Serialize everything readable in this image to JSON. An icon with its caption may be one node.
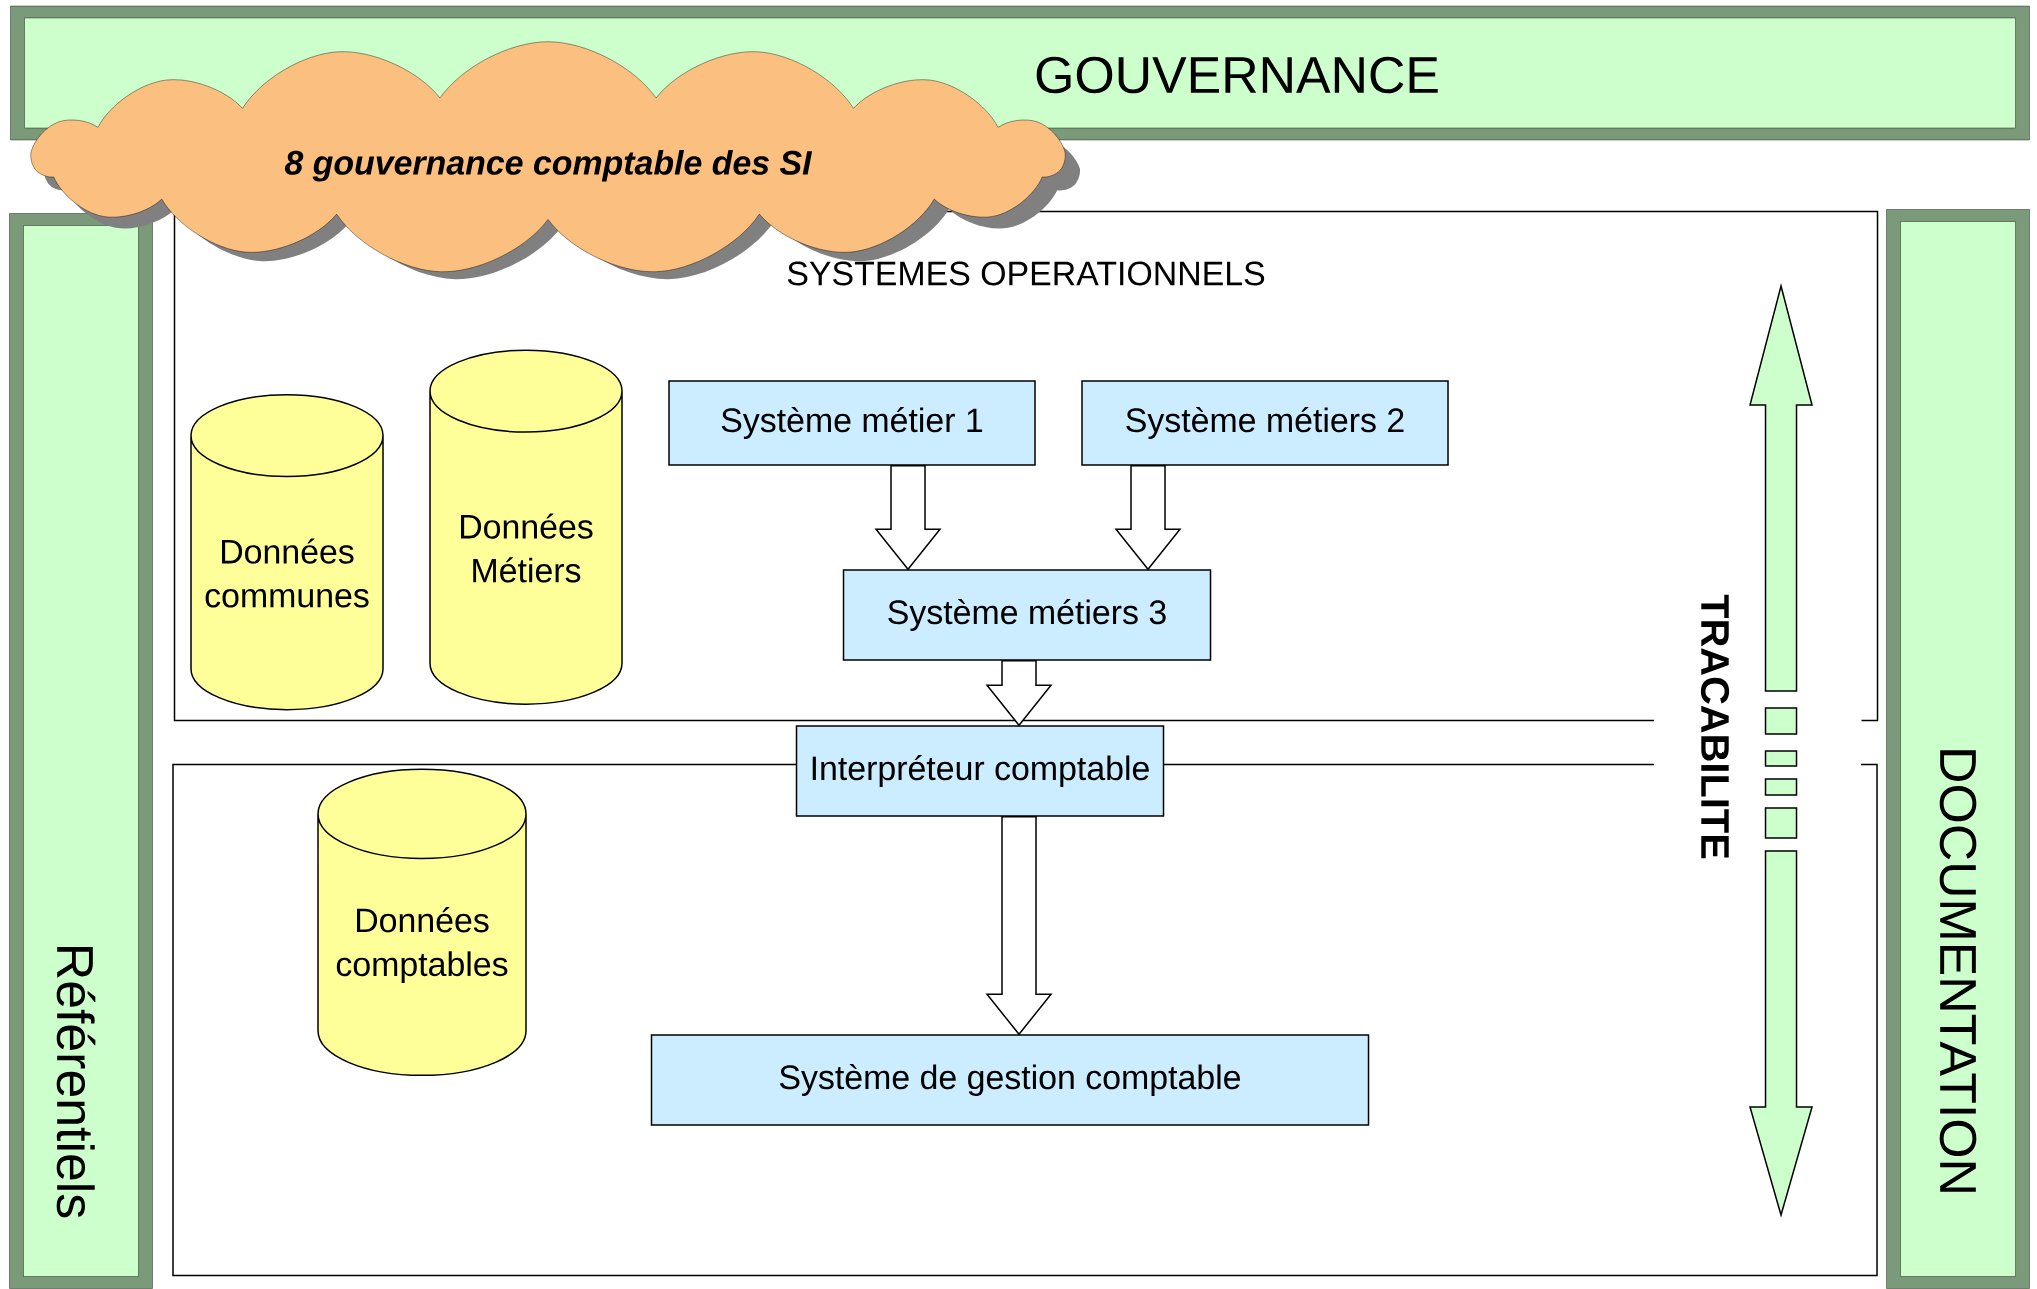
{
  "diagram": {
    "nodes": [
      {
        "text": [
          "GOUVERNANCE"
        ]
      },
      {
        "text": [
          "8 gouvernance comptable des SI"
        ]
      },
      {
        "text": [
          "Référentiels"
        ]
      },
      {
        "text": [
          "SYSTEMES OPERATIONNELS"
        ]
      },
      {
        "text": [
          "Données communes"
        ],
        "in": 3
      },
      {
        "text": [
          "Données Métiers"
        ],
        "in": 3
      },
      {
        "text": [
          "Système métier 1"
        ],
        "in": 3
      },
      {
        "text": [
          "Système métiers 2"
        ],
        "in": 3
      },
      {
        "text": [
          "Système métiers 3"
        ],
        "in": 3
      },
      {
        "text": [
          "Interpréteur comptable"
        ]
      },
      {
        "text": [],
        "shape": "box"
      },
      {
        "text": [
          "Données comptables"
        ],
        "in": 10
      },
      {
        "text": [
          "Système de gestion comptable"
        ],
        "in": 10
      },
      {
        "text": [
          "DOCUMENTATION"
        ]
      }
    ],
    "edges": [
      {
        "from": 6,
        "to": 8,
        "arrow": "to"
      },
      {
        "from": 7,
        "to": 8,
        "arrow": "to"
      },
      {
        "from": 8,
        "to": 9,
        "arrow": "to"
      },
      {
        "from": 9,
        "to": 12,
        "arrow": "to"
      }
    ],
    "labels": [
      "TRACABILITE"
    ]
  }
}
